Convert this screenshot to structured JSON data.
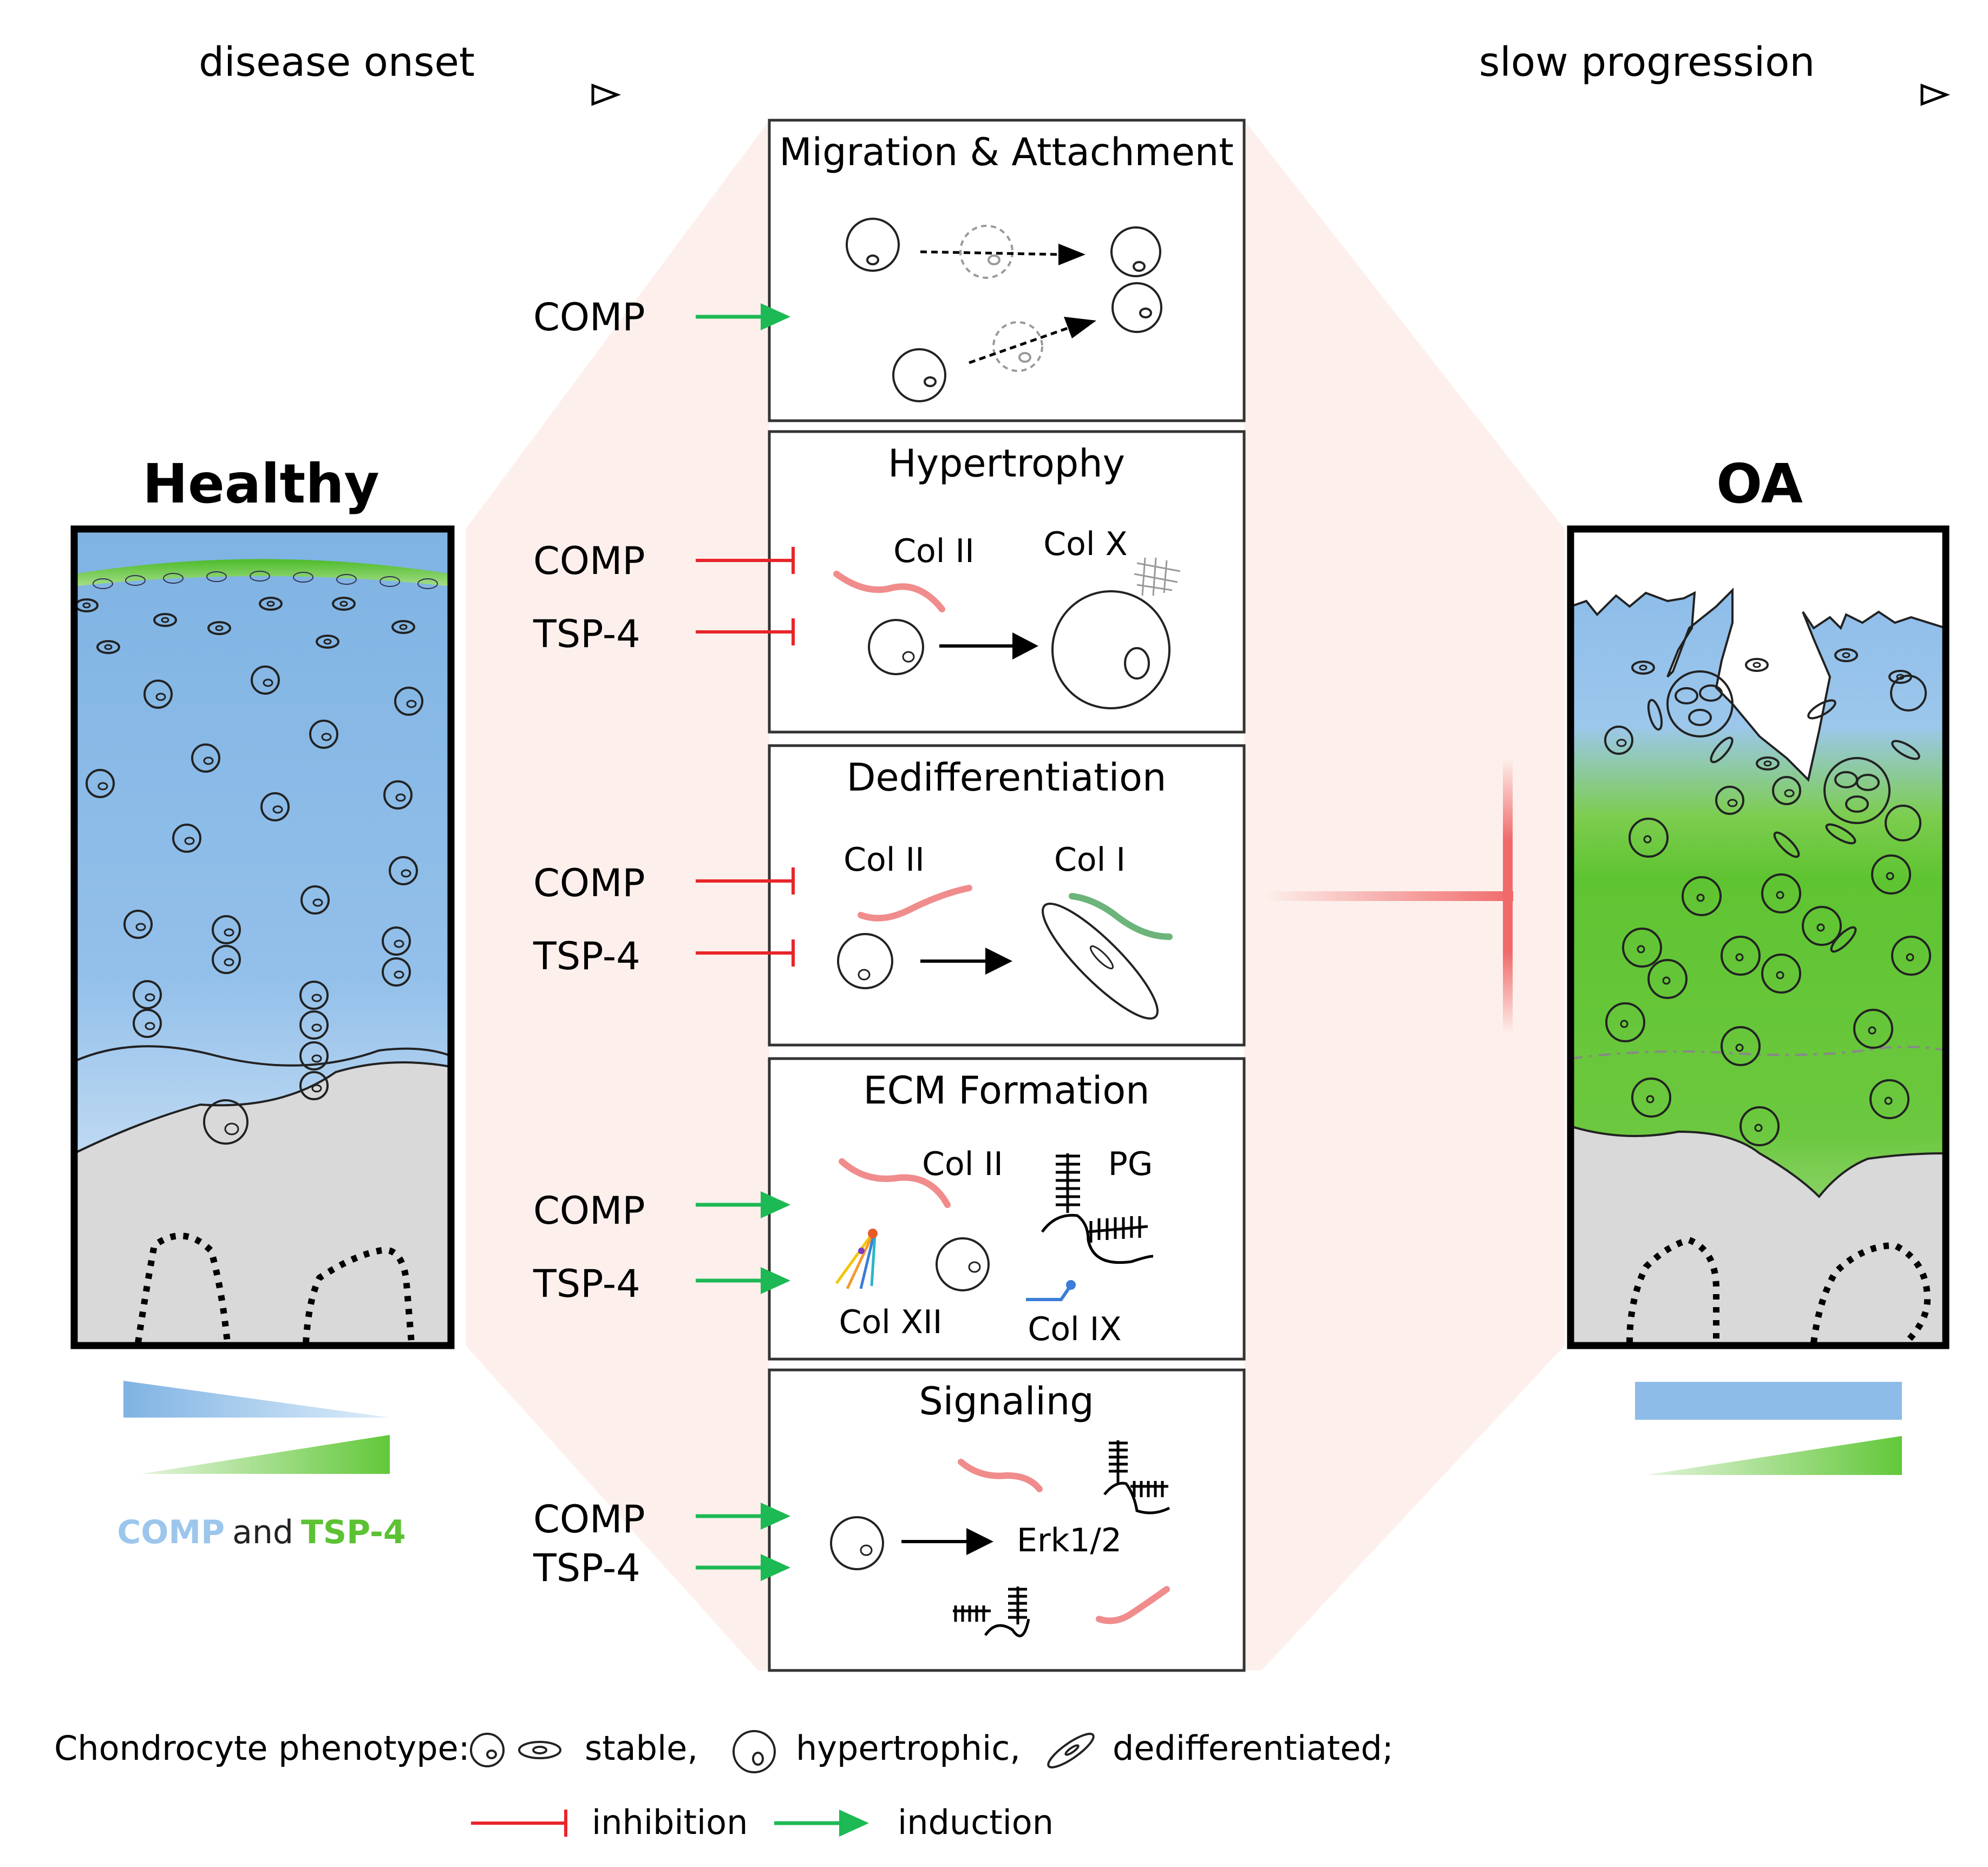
{
  "header": {
    "disease_onset": "disease onset",
    "slow_progression": "slow progression"
  },
  "left_panel": {
    "title": "Healthy",
    "gradient_legend": {
      "comp": "COMP",
      "and": "and",
      "tsp4": "TSP-4"
    }
  },
  "right_panel": {
    "title": "OA"
  },
  "boxes": {
    "migration": {
      "title": "Migration & Attachment",
      "regulators": [
        {
          "label": "COMP",
          "effect": "induction"
        }
      ]
    },
    "hypertrophy": {
      "title": "Hypertrophy",
      "col_a": "Col II",
      "col_b": "Col X",
      "regulators": [
        {
          "label": "COMP",
          "effect": "inhibition"
        },
        {
          "label": "TSP-4",
          "effect": "inhibition"
        }
      ]
    },
    "dedifferentiation": {
      "title": "Dedifferentiation",
      "col_a": "Col II",
      "col_b": "Col I",
      "regulators": [
        {
          "label": "COMP",
          "effect": "inhibition"
        },
        {
          "label": "TSP-4",
          "effect": "inhibition"
        }
      ]
    },
    "ecm": {
      "title": "ECM Formation",
      "col_ii": "Col II",
      "pg": "PG",
      "col_xii": "Col XII",
      "col_ix": "Col IX",
      "regulators": [
        {
          "label": "COMP",
          "effect": "induction"
        },
        {
          "label": "TSP-4",
          "effect": "induction"
        }
      ]
    },
    "signaling": {
      "title": "Signaling",
      "erk": "Erk1/2",
      "regulators": [
        {
          "label": "COMP",
          "effect": "induction"
        },
        {
          "label": "TSP-4",
          "effect": "induction"
        }
      ]
    }
  },
  "legend": {
    "phenotype_label": "Chondrocyte phenotype:",
    "stable": "stable,",
    "hypertrophic": "hypertrophic,",
    "dedifferentiated": "dedifferentiated;",
    "inhibition": "inhibition",
    "induction": "induction"
  },
  "colors": {
    "inhibition": "#e8252a",
    "induction": "#1db954",
    "comp_blue": "#8dbce8",
    "tsp4_green": "#63c83a",
    "bone_grey": "#d9d9d9",
    "collagen_pink": "#f08c8c"
  }
}
